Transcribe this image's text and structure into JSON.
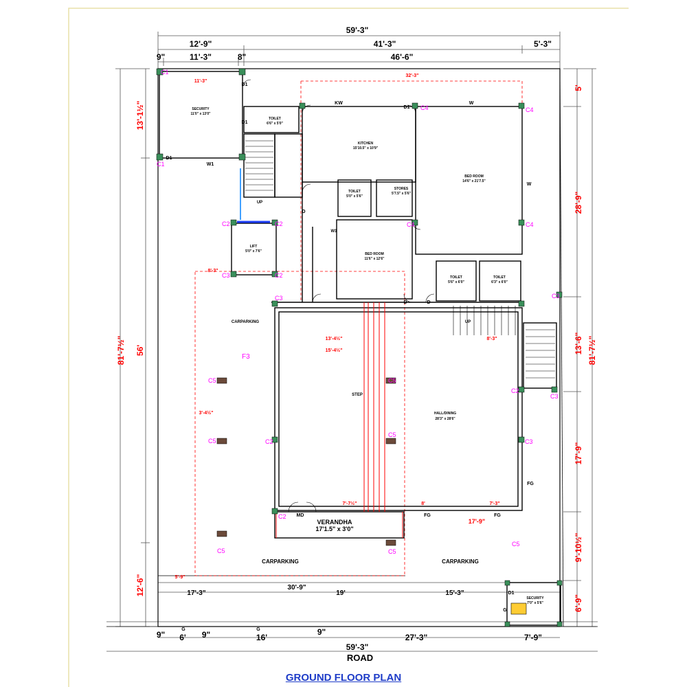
{
  "title": "GROUND FLOOR PLAN",
  "road": "ROAD",
  "colors": {
    "wall": "#000000",
    "dimension": "#ff0000",
    "column_tag": "#ff00ff",
    "column_fill": "#2e8b57",
    "title": "#1e3cc8"
  },
  "top_dims": {
    "overall": "59'-3\"",
    "part_a": "12'-9\"",
    "part_b": "41'-3\"",
    "part_c": "5'-3\"",
    "r3_a": "9\"",
    "r3_b": "11'-3\"",
    "r3_c": "8\"",
    "r3_d": "46'-6\"",
    "inner": "32'-3\""
  },
  "left_dims": {
    "overall": "81'-7½\"",
    "top": "13'-1½\"",
    "mid": "56'",
    "bottom": "12'-6\""
  },
  "right_dims": {
    "overall": "81'-7½\"",
    "a": "5'",
    "b": "28'-9\"",
    "c": "13'-6\"",
    "d": "17'-9\"",
    "e": "9'-10½\"",
    "f": "6'-9\""
  },
  "bottom_dims": {
    "a": "9\"",
    "b": "6'",
    "c": "9\"",
    "d": "16'",
    "e": "9\"",
    "f": "27'-3\"",
    "g": "7'-9\"",
    "overall": "59'-3\"",
    "inner_a": "17'-3\"",
    "inner_b": "19'",
    "inner_c": "15'-3\"",
    "inner_d": "30'-9\""
  },
  "rooms": {
    "security1": {
      "name": "SECURITY",
      "size": "11'0\" x 13'0\""
    },
    "toilet1": {
      "name": "TOILET",
      "size": "6'6\" x 5'0\""
    },
    "kitchen": {
      "name": "KITCHEN",
      "size": "15'10.5\" x 10'9\""
    },
    "bedroom1": {
      "name": "BED ROOM",
      "size": "14'6\" x 21'7.5\""
    },
    "toilet2": {
      "name": "TOILET",
      "size": "5'0\" x 5'6\""
    },
    "stores": {
      "name": "STORES",
      "size": "5'7.5\" x 5'6\""
    },
    "lift": {
      "name": "LIFT",
      "size": "5'0\" x 7'6\""
    },
    "bedroom2": {
      "name": "BED ROOM",
      "size": "11'6\" x 12'6\""
    },
    "toilet3": {
      "name": "TOILET",
      "size": "5'6\" x 6'0\""
    },
    "toilet4": {
      "name": "TOILET",
      "size": "6'3\" x 6'0\""
    },
    "hall": {
      "name": "HALL/DINING",
      "size": "28'3\" x 28'6\""
    },
    "verandha": {
      "name": "VERANDHA",
      "size": "17'1.5\" x 3'0\""
    },
    "security2": {
      "name": "SECURITY",
      "size": "7'0\" x 5'6\""
    }
  },
  "labels": {
    "carparking": "CARPARKING",
    "step": "STEP",
    "up": "UP",
    "door": "D",
    "door1": "D1",
    "window": "W",
    "window1": "W1",
    "kw": "KW",
    "fg": "FG",
    "md": "MD",
    "gate": "G",
    "f3": "F3"
  },
  "columns": {
    "c1": "C1",
    "c2": "C2",
    "c3": "C3",
    "c4": "C4",
    "c5": "C5"
  }
}
